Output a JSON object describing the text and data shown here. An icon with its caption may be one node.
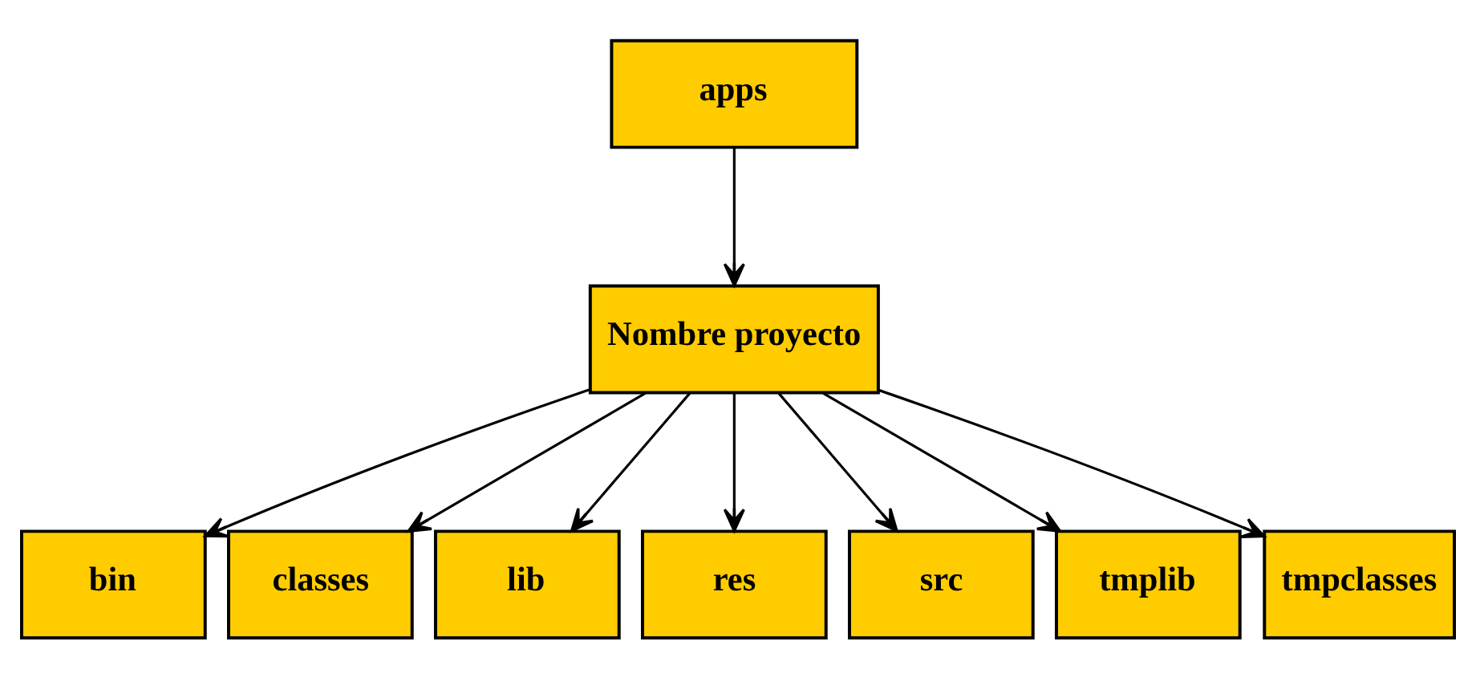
{
  "diagram": {
    "nodes": [
      {
        "text": [
          "apps"
        ]
      },
      {
        "text": [
          "Nombre proyecto"
        ]
      },
      {
        "text": [
          "bin"
        ]
      },
      {
        "text": [
          "classes"
        ]
      },
      {
        "text": [
          "lib"
        ]
      },
      {
        "text": [
          "res"
        ]
      },
      {
        "text": [
          "src"
        ]
      },
      {
        "text": [
          "tmplib"
        ]
      },
      {
        "text": [
          "tmpclasses"
        ]
      }
    ],
    "edges": [
      {
        "from": 0,
        "to": 1,
        "arrow": "to"
      },
      {
        "from": 1,
        "to": 2,
        "arrow": "to"
      },
      {
        "from": 1,
        "to": 3,
        "arrow": "to"
      },
      {
        "from": 1,
        "to": 4,
        "arrow": "to"
      },
      {
        "from": 1,
        "to": 5,
        "arrow": "to"
      },
      {
        "from": 1,
        "to": 6,
        "arrow": "to"
      },
      {
        "from": 1,
        "to": 7,
        "arrow": "to"
      },
      {
        "from": 1,
        "to": 8,
        "arrow": "to"
      }
    ]
  }
}
